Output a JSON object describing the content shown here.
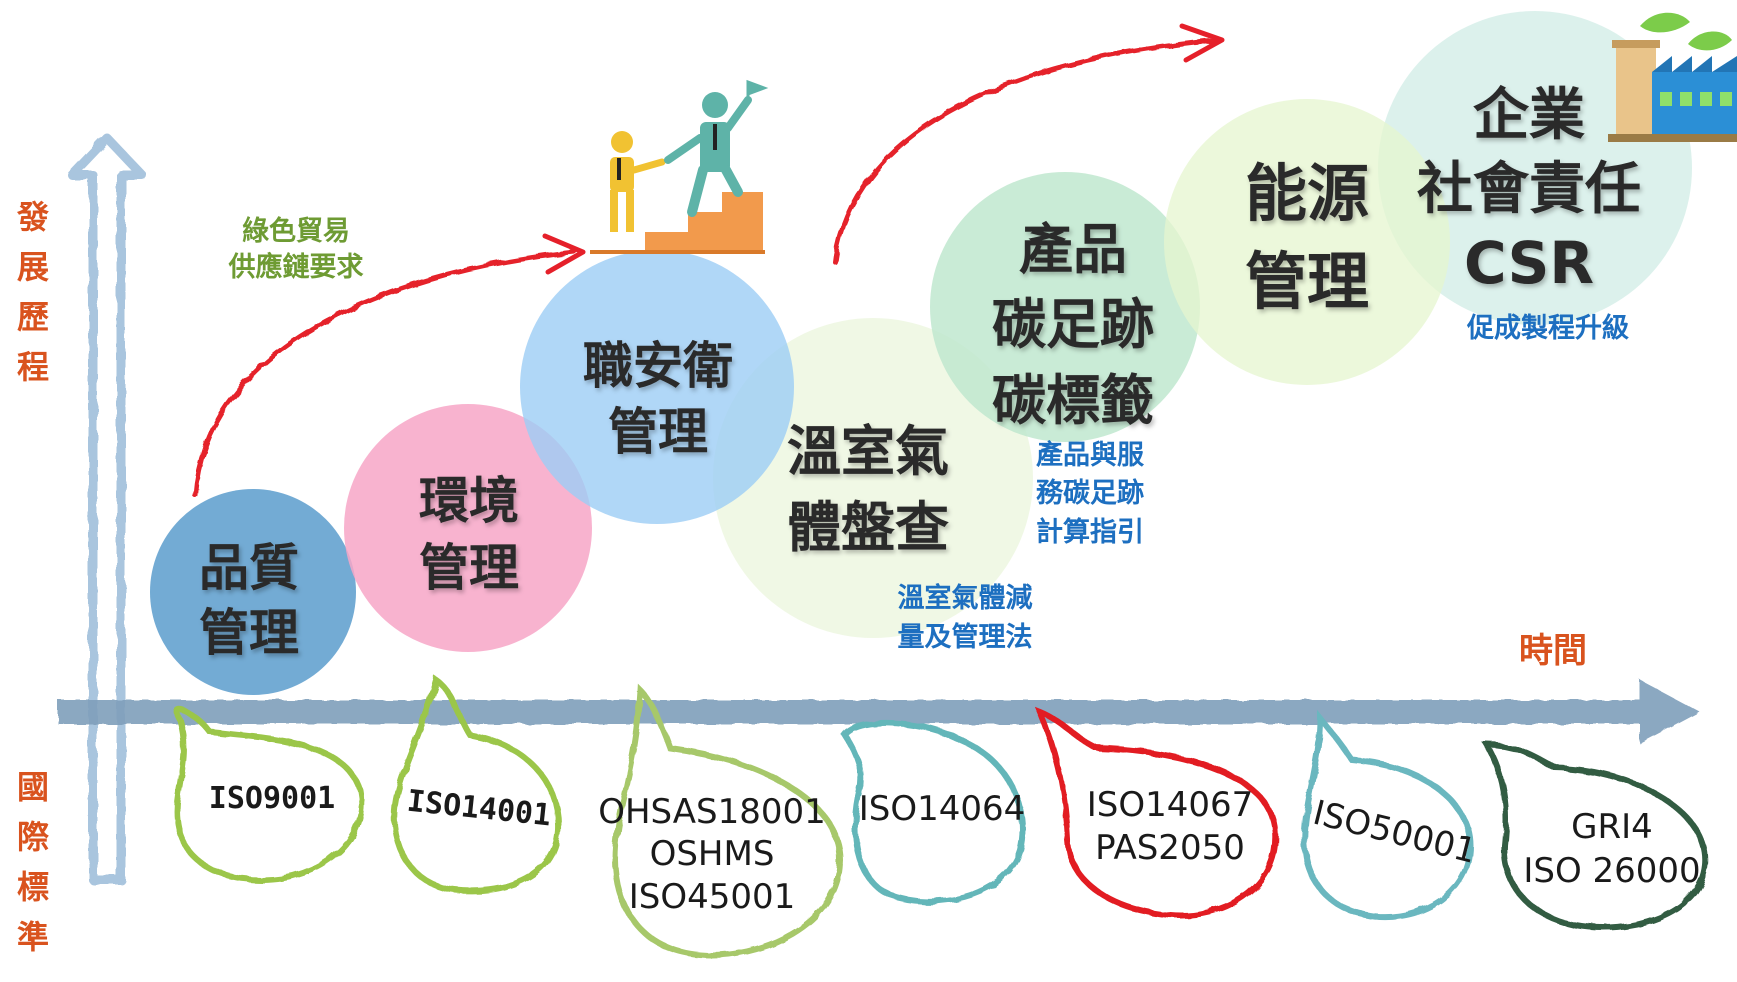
{
  "axes": {
    "vertical_label": [
      "發",
      "展",
      "歷",
      "程"
    ],
    "standards_label": [
      "國",
      "際",
      "標",
      "準"
    ],
    "time_label": "時間"
  },
  "trade_note": [
    "綠色貿易",
    "供應鏈要求"
  ],
  "stages": [
    {
      "lines": [
        "品質",
        "管理"
      ],
      "color": "#5a9ccc"
    },
    {
      "lines": [
        "環境",
        "管理"
      ],
      "color": "#f7a6c7"
    },
    {
      "lines": [
        "職安衛",
        "管理"
      ],
      "color": "#9ccdf5"
    },
    {
      "lines": [
        "溫室氣",
        "體盤查"
      ],
      "color": "#eef7e2"
    },
    {
      "lines": [
        "產品",
        "碳足跡",
        "碳標籤"
      ],
      "color": "#bfe8cf"
    },
    {
      "lines": [
        "能源",
        "管理"
      ],
      "color": "#e6f6cf"
    },
    {
      "lines": [
        "企業",
        "社會責任",
        "CSR"
      ],
      "color": "#d8efea"
    }
  ],
  "stage_notes": {
    "ghg": [
      "溫室氣體減",
      "量及管理法"
    ],
    "product": [
      "產品與服",
      "務碳足跡",
      "計算指引"
    ],
    "csr": "促成製程升級"
  },
  "standards": [
    {
      "lines": [
        "ISO9001"
      ],
      "color": "#9bc64a"
    },
    {
      "lines": [
        "ISO14001"
      ],
      "color": "#9bc64a"
    },
    {
      "lines": [
        "OHSAS18001",
        "OSHMS",
        "ISO45001"
      ],
      "color": "#a7c86a"
    },
    {
      "lines": [
        "ISO14064"
      ],
      "color": "#63b6b9"
    },
    {
      "lines": [
        "ISO14067",
        "PAS2050"
      ],
      "color": "#e21b22"
    },
    {
      "lines": [
        "ISO50001"
      ],
      "color": "#6ab7bf"
    },
    {
      "lines": [
        "GRI4",
        "ISO 26000"
      ],
      "color": "#315b43"
    }
  ],
  "icons": [
    "stairs-people-icon",
    "factory-leaf-icon"
  ]
}
